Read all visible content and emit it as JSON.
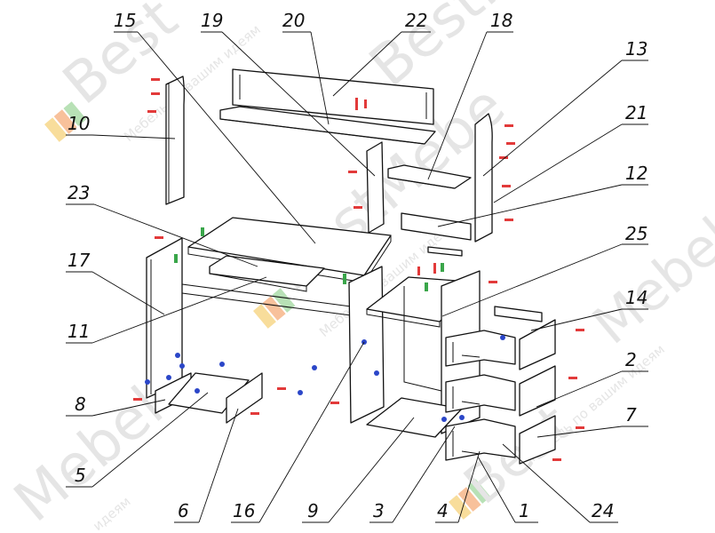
{
  "callouts": [
    "15",
    "19",
    "20",
    "22",
    "18",
    "13",
    "10",
    "21",
    "23",
    "12",
    "25",
    "17",
    "11",
    "14",
    "2",
    "8",
    "7",
    "5",
    "6",
    "16",
    "9",
    "3",
    "4",
    "1",
    "24"
  ],
  "watermark": {
    "brand": "BestMebel",
    "slogan": "Мебель по вашим идеям",
    "fragment_mebel": "Mebel",
    "fragment_best": "Best",
    "fragment_best_mebel": "BestMebe",
    "fragment_ideas": "идеям",
    "colors": [
      "#f2c24a",
      "#f28f4a",
      "#7ec97a"
    ]
  }
}
